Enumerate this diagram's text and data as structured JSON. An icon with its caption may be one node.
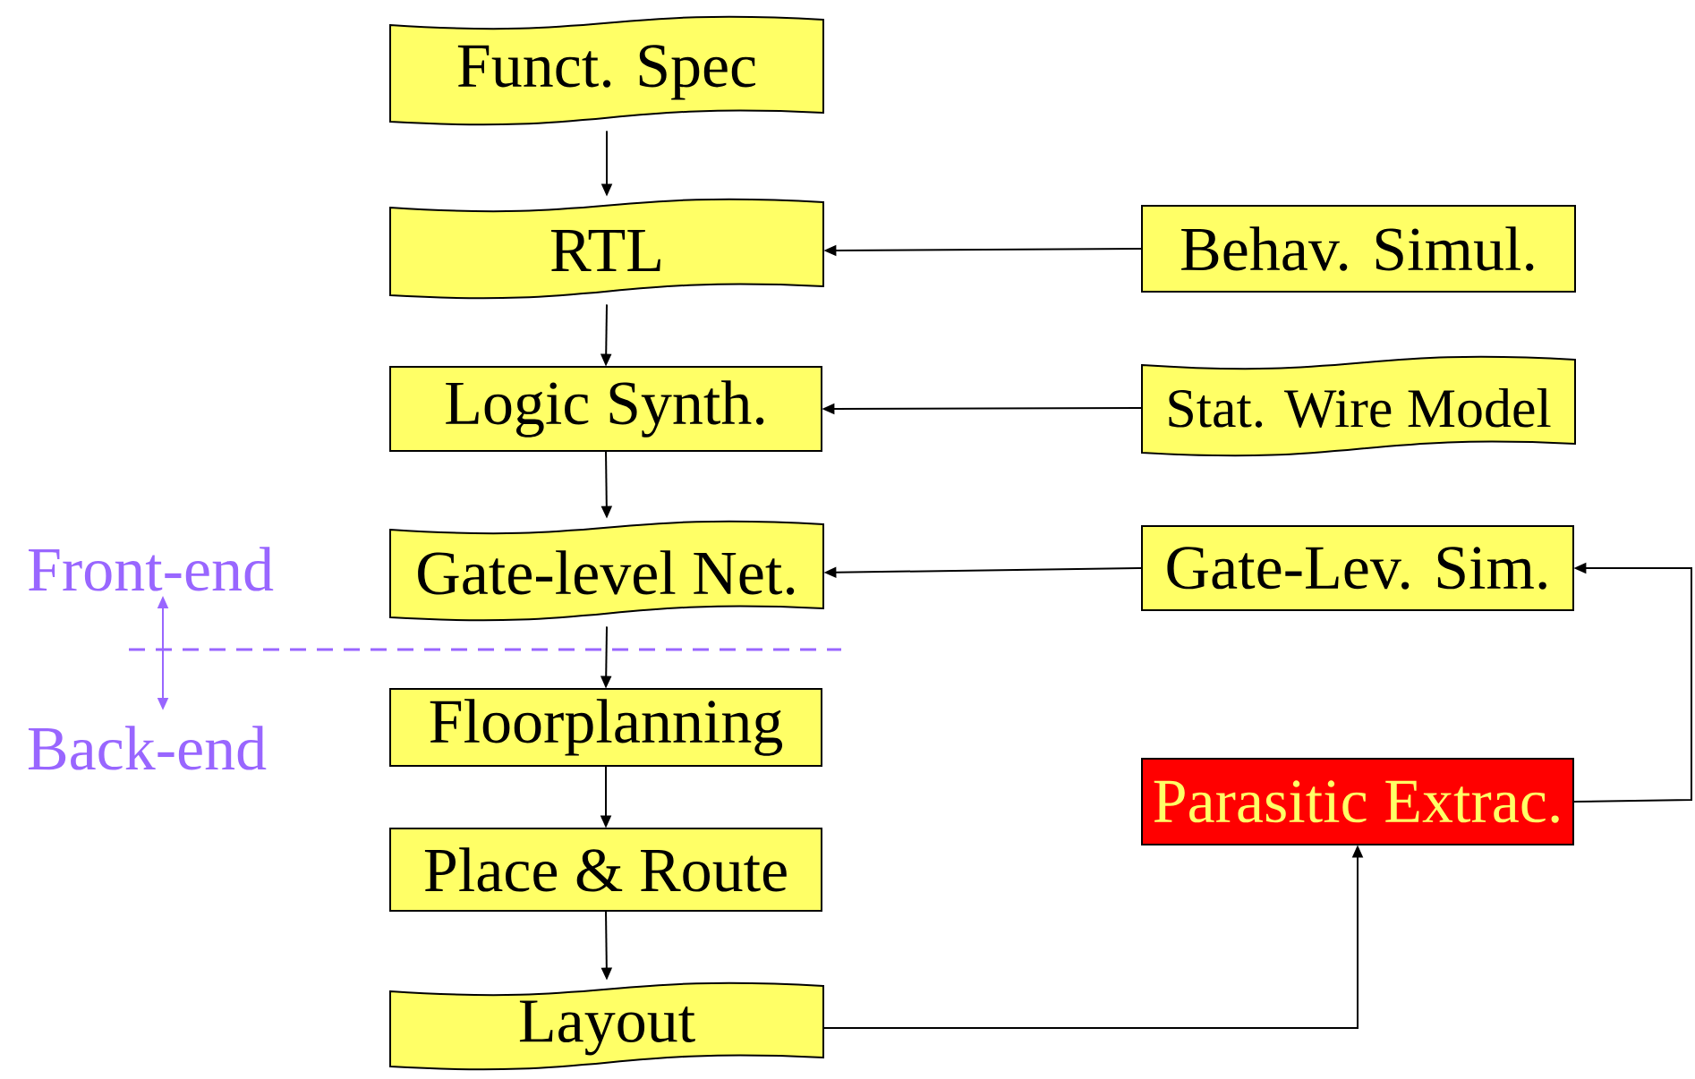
{
  "diagram": {
    "nodes": [
      {
        "text": [
          "Funct. Spec"
        ]
      },
      {
        "text": [
          "RTL"
        ]
      },
      {
        "text": [
          "Logic Synth."
        ]
      },
      {
        "text": [
          "Gate-level Net."
        ]
      },
      {
        "text": [
          "Floorplanning"
        ]
      },
      {
        "text": [
          "Place & Route"
        ]
      },
      {
        "text": [
          "Layout"
        ]
      },
      {
        "text": [
          "Behav. Simul."
        ]
      },
      {
        "text": [
          "Stat. Wire Model"
        ]
      },
      {
        "text": [
          "Gate-Lev. Sim."
        ]
      },
      {
        "text": [
          "Parasitic Extrac."
        ]
      }
    ],
    "edges": [
      {
        "from": 0,
        "to": 1,
        "arrow": "to"
      },
      {
        "from": 1,
        "to": 2,
        "arrow": "to"
      },
      {
        "from": 2,
        "to": 3,
        "arrow": "to"
      },
      {
        "from": 3,
        "to": 4,
        "arrow": "to"
      },
      {
        "from": 4,
        "to": 5,
        "arrow": "to"
      },
      {
        "from": 5,
        "to": 6,
        "arrow": "to"
      },
      {
        "from": 7,
        "to": 1,
        "arrow": "to"
      },
      {
        "from": 8,
        "to": 2,
        "arrow": "to"
      },
      {
        "from": 9,
        "to": 3,
        "arrow": "to"
      },
      {
        "from": 6,
        "to": 10,
        "arrow": "to"
      },
      {
        "from": 10,
        "to": 9,
        "arrow": "to"
      }
    ],
    "labels": [
      "Front-end",
      "Back-end"
    ]
  }
}
